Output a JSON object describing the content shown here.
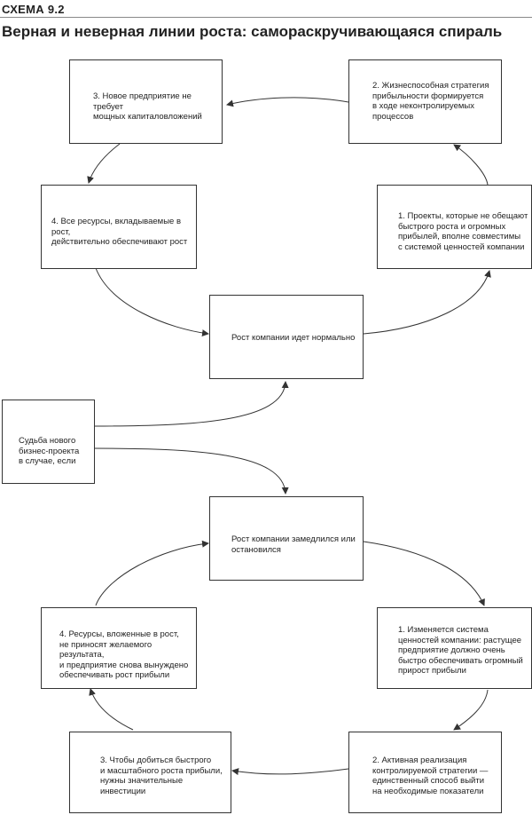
{
  "header": {
    "label": "СХЕМА 9.2",
    "title": "Верная и неверная линии роста: самораскручивающаяся спираль"
  },
  "top_cycle": {
    "center": "Рост компании идет нормально",
    "step1": "1. Проекты, которые не обещают\nбыстрого роста и огромных\nприбылей, вполне совместимы\nс системой ценностей компании",
    "step2": "2. Жизнеспособная стратегия\nприбыльности формируется\nв ходе неконтролируемых\nпроцессов",
    "step3": "3. Новое предприятие не требует\nмощных капиталовложений",
    "step4": "4. Все ресурсы, вкладываемые в рост,\nдействительно обеспечивают рост"
  },
  "fate": "Судьба нового бизнес-проекта\nв случае, если",
  "bottom_cycle": {
    "center": "Рост компании замедлился или\nостановился",
    "step1": "1. Изменяется система\nценностей компании: растущее\nпредприятие должно очень\nбыстро обеспечивать огромный\nприрост прибыли",
    "step2": "2. Активная реализация\nконтролируемой стратегии —\nединственный способ выйти\nна необходимые показатели",
    "step3": "3. Чтобы добиться быстрого\nи масштабного роста прибыли,\nнужны значительные\nинвестиции",
    "step4": "4. Ресурсы, вложенные в рост,\nне приносят желаемого результата,\nи предприятие снова вынуждено\nобеспечивать рост прибыли"
  }
}
